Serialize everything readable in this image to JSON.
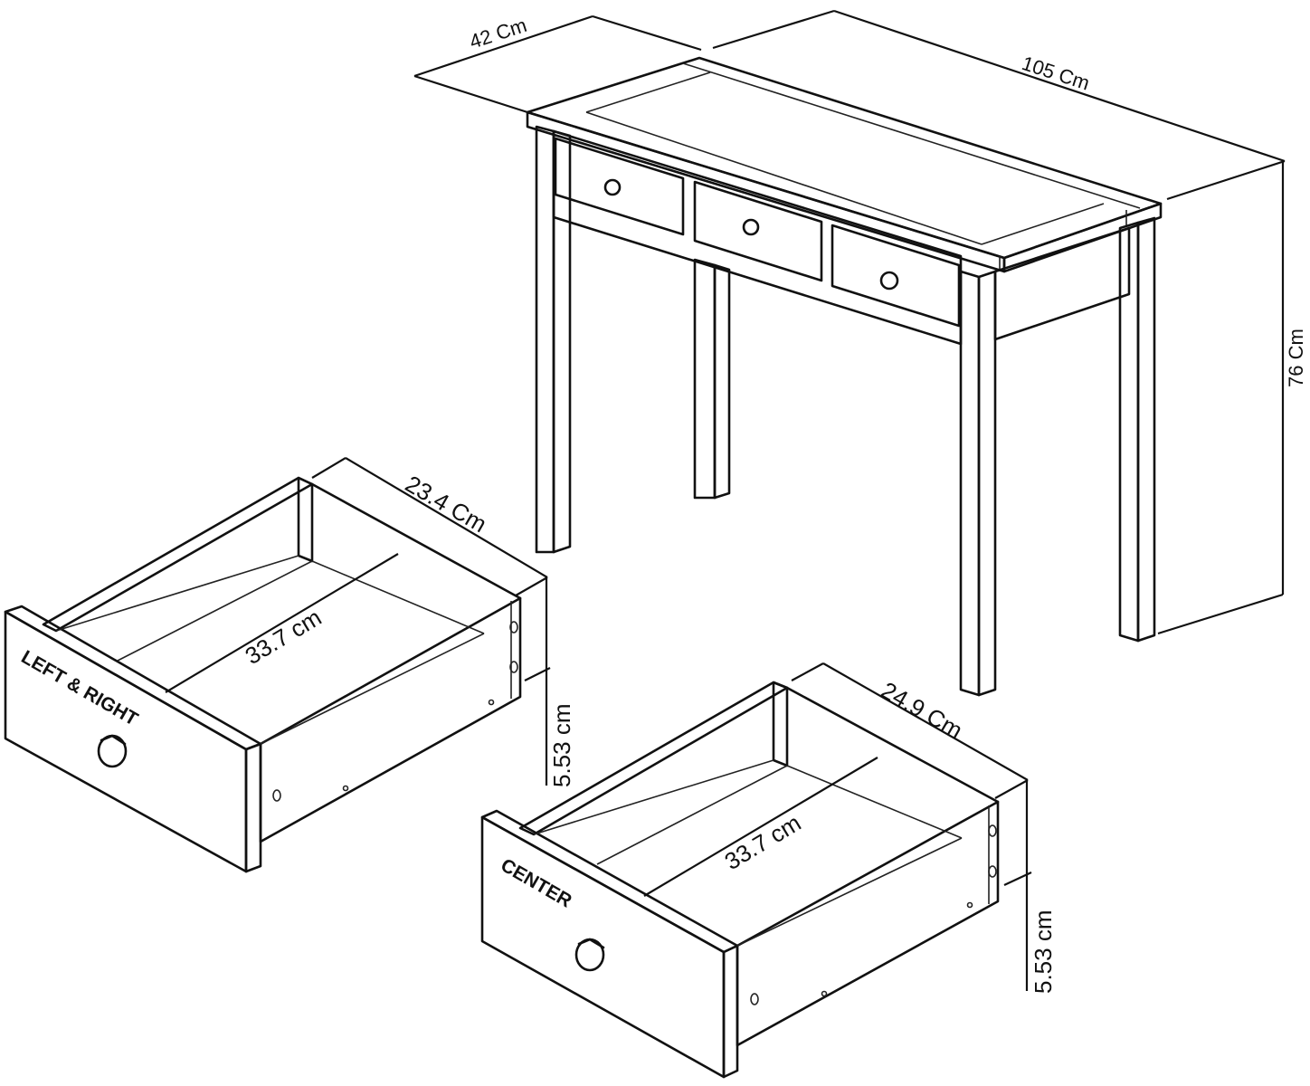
{
  "dimensions": {
    "table_depth": "42 Cm",
    "table_width": "105 Cm",
    "table_height": "76 Cm",
    "side_drawer_depth": "23.4 Cm",
    "side_drawer_width": "33.7 cm",
    "side_drawer_height": "5.53 cm",
    "center_drawer_depth": "24.9 Cm",
    "center_drawer_width": "33.7 cm",
    "center_drawer_height": "5.53 cm"
  },
  "captions": {
    "side_drawer": "LEFT & RIGHT",
    "center_drawer": "CENTER"
  }
}
